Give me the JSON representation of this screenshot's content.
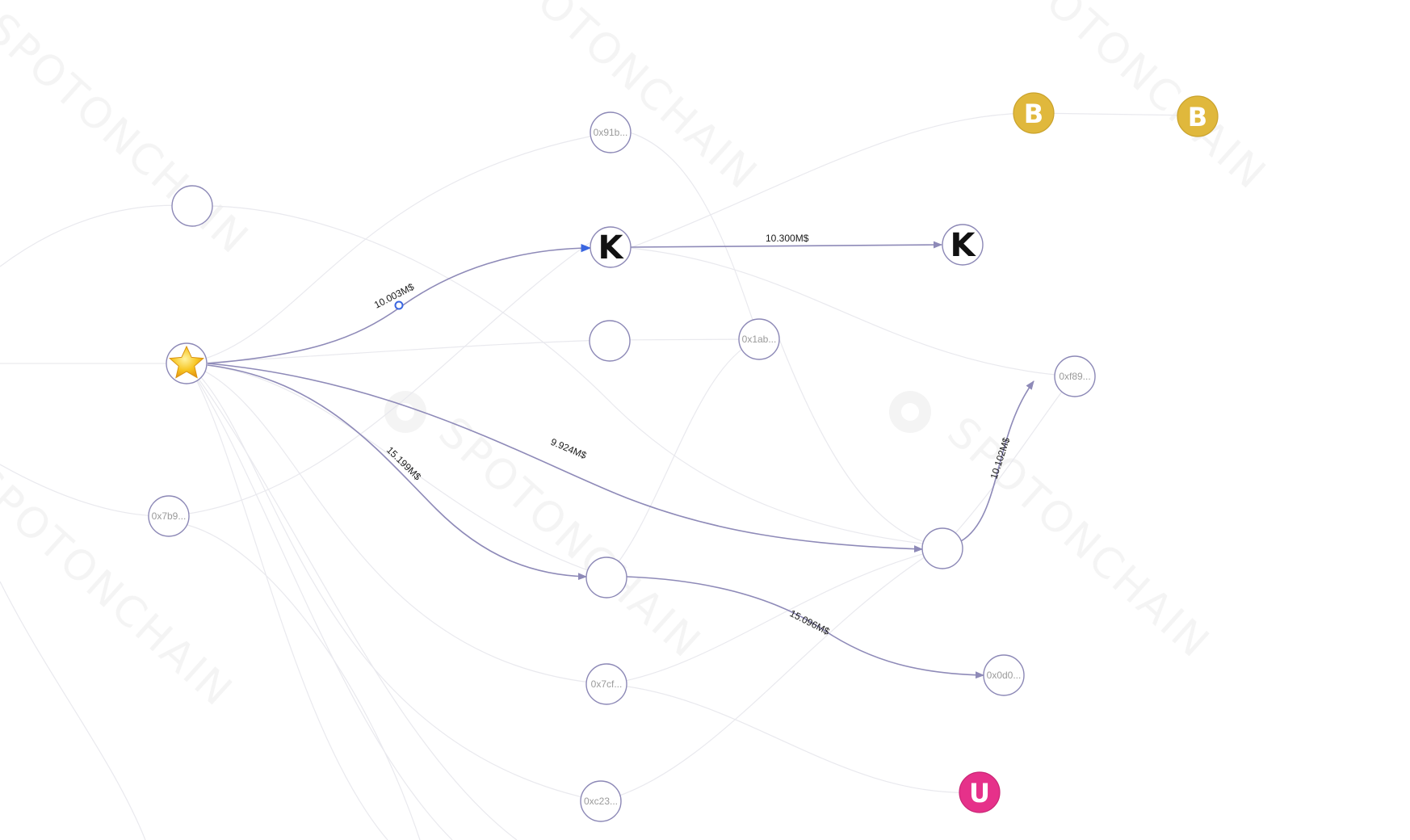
{
  "watermark": {
    "text": "SPOTONCHAIN"
  },
  "colors": {
    "edge_strong": "#8e8ab8",
    "edge_faint": "#e9e9ee",
    "node_border": "#8c88b6",
    "binance": "#e0b83c",
    "kraken_text": "#111111",
    "uphold": "#e6318a",
    "selection": "#3a66e0"
  },
  "nodes": {
    "star": {
      "icon": "star-icon"
    },
    "kraken_1": {
      "label": "K",
      "icon": "kraken-logo"
    },
    "kraken_2": {
      "label": "K",
      "icon": "kraken-logo"
    },
    "binance_1": {
      "label": "B",
      "icon": "binance-logo"
    },
    "binance_2": {
      "label": "B",
      "icon": "binance-logo"
    },
    "uphold": {
      "label": "U",
      "icon": "uphold-logo"
    },
    "addr_91b": {
      "label": "0x91b..."
    },
    "addr_1ab": {
      "label": "0x1ab..."
    },
    "addr_7b9": {
      "label": "0x7b9..."
    },
    "addr_f89": {
      "label": "0xf89..."
    },
    "addr_7cf": {
      "label": "0x7cf..."
    },
    "addr_0d0": {
      "label": "0x0d0..."
    },
    "addr_c23": {
      "label": "0xc23..."
    },
    "unlabeled_top_left": {
      "label": ""
    },
    "unlabeled_mid": {
      "label": ""
    },
    "unlabeled_hub": {
      "label": ""
    },
    "unlabeled_lower": {
      "label": ""
    }
  },
  "edges": {
    "star_to_kraken_1": {
      "amount": "10.003M$"
    },
    "kraken_1_to_kraken_2": {
      "amount": "10.300M$"
    },
    "star_to_hub": {
      "amount": "9.924M$"
    },
    "star_to_lower": {
      "amount": "15.199M$"
    },
    "hub_to_f89": {
      "amount": "10.102M$"
    },
    "lower_to_0d0": {
      "amount": "15.096M$"
    }
  }
}
